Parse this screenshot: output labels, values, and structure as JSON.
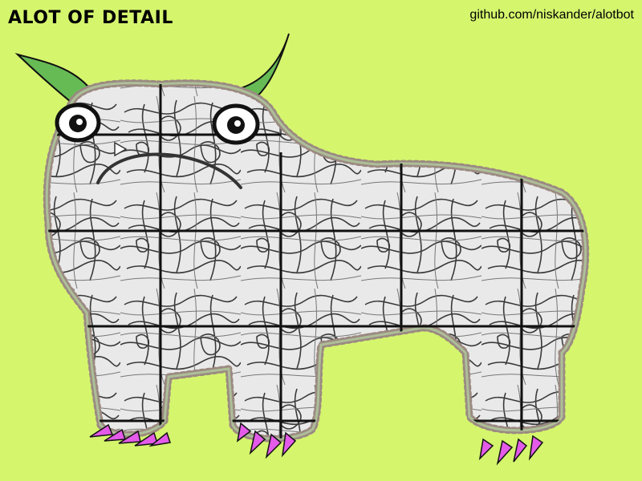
{
  "title": "ALOT OF DETAIL",
  "credit": "github.com/niskander/alotbot",
  "colors": {
    "background": "#d5f56d",
    "horns": "#66bb55",
    "fur_outline": "#9b8a82",
    "claws": "#e35be8",
    "grid_lines": "#111111"
  },
  "icons": [
    "creature-illustration",
    "eye-icon",
    "horn-icon",
    "claw-icon"
  ]
}
